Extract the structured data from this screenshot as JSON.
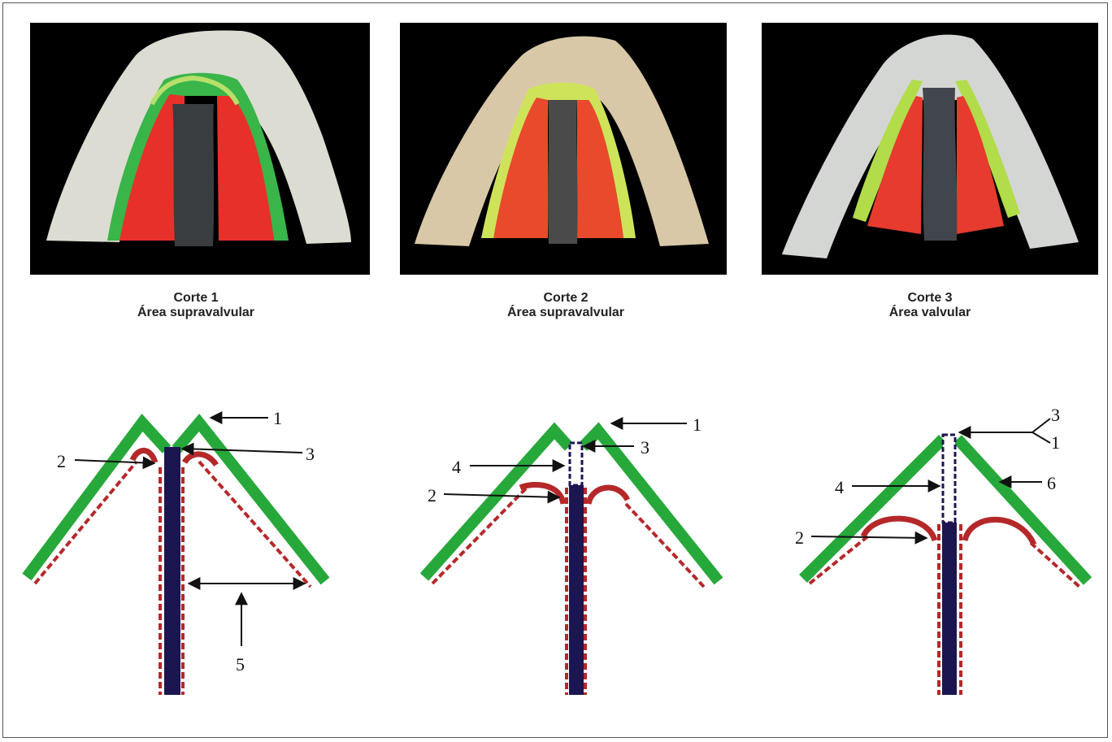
{
  "cuts": [
    {
      "title": "Corte 1",
      "area": "Área supravalvular"
    },
    {
      "title": "Corte 2",
      "area": "Área supravalvular"
    },
    {
      "title": "Corte 3",
      "area": "Área valvular"
    }
  ],
  "diagram_labels": {
    "d1": [
      "1",
      "2",
      "3",
      "5"
    ],
    "d2": [
      "1",
      "2",
      "3",
      "4"
    ],
    "d3": [
      "3",
      "1",
      "4",
      "6",
      "2"
    ]
  },
  "colors": {
    "green": "#27a83a",
    "red": "#b5282a",
    "navy": "#1b1650",
    "tissue": "#dcdcd4"
  }
}
